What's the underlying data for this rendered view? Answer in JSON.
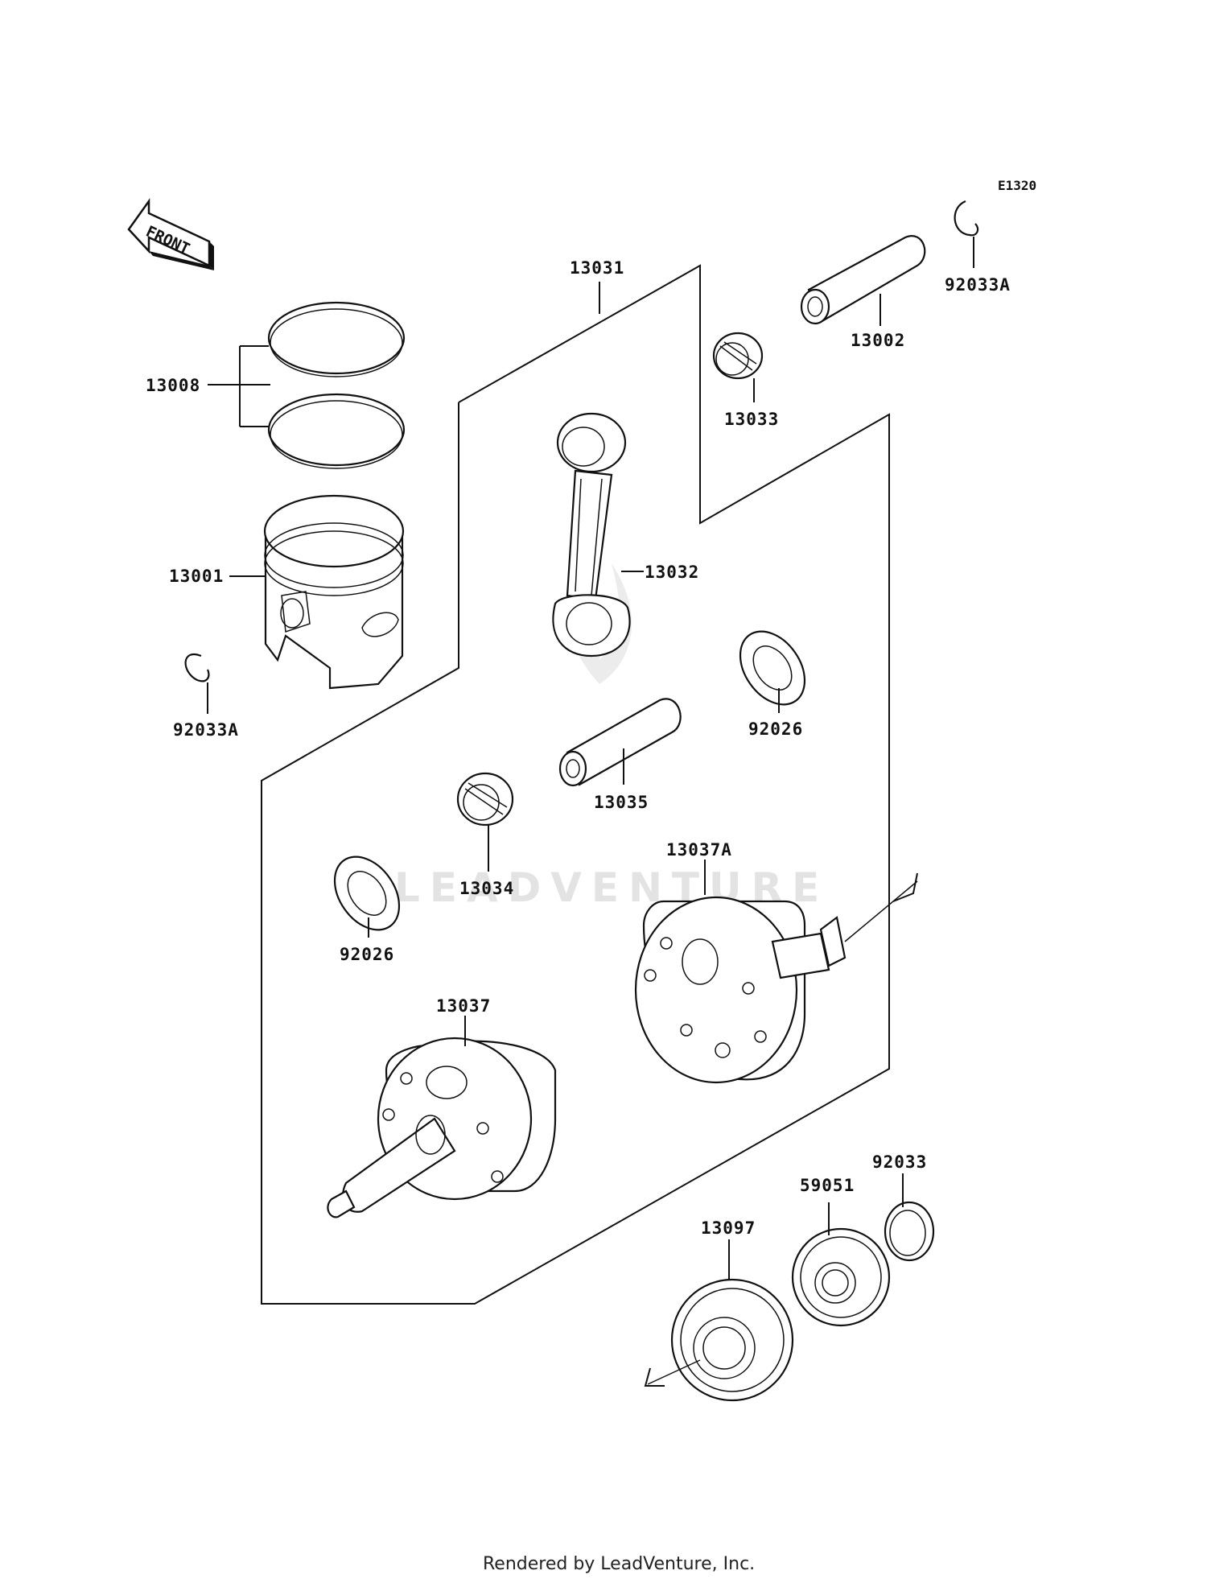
{
  "diagram_code": "E1320",
  "front_label": "FRONT",
  "watermark": "LEADVENTURE",
  "footer": "Rendered by LeadVenture, Inc.",
  "parts": {
    "p13008": "13008",
    "p13001": "13001",
    "p92033A_left": "92033A",
    "p13031": "13031",
    "p13032": "13032",
    "p13033": "13033",
    "p13002": "13002",
    "p92033A_right": "92033A",
    "p92026_right": "92026",
    "p13035": "13035",
    "p13034": "13034",
    "p92026_left": "92026",
    "p13037A": "13037A",
    "p13037": "13037",
    "p92033": "92033",
    "p59051": "59051",
    "p13097": "13097"
  }
}
